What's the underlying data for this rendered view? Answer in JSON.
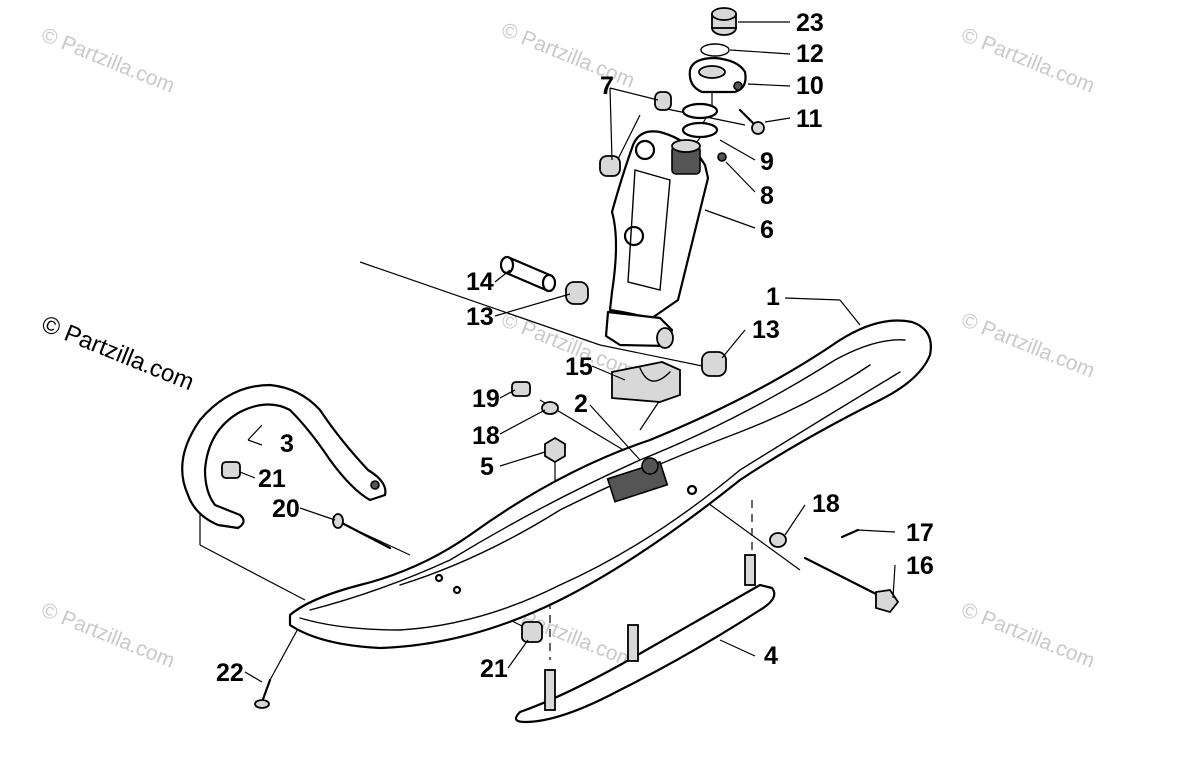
{
  "watermark": {
    "text": "© Partzilla.com",
    "main_text": "© Partzilla.com",
    "color": "#c9c9c9"
  },
  "callouts": [
    {
      "id": "p23",
      "label": "23"
    },
    {
      "id": "p12",
      "label": "12"
    },
    {
      "id": "p10",
      "label": "10"
    },
    {
      "id": "p11",
      "label": "11"
    },
    {
      "id": "p7",
      "label": "7"
    },
    {
      "id": "p9",
      "label": "9"
    },
    {
      "id": "p8",
      "label": "8"
    },
    {
      "id": "p6",
      "label": "6"
    },
    {
      "id": "p14",
      "label": "14"
    },
    {
      "id": "p13a",
      "label": "13"
    },
    {
      "id": "p1",
      "label": "1"
    },
    {
      "id": "p13b",
      "label": "13"
    },
    {
      "id": "p15",
      "label": "15"
    },
    {
      "id": "p19",
      "label": "19"
    },
    {
      "id": "p2",
      "label": "2"
    },
    {
      "id": "p18a",
      "label": "18"
    },
    {
      "id": "p3",
      "label": "3"
    },
    {
      "id": "p5",
      "label": "5"
    },
    {
      "id": "p21a",
      "label": "21"
    },
    {
      "id": "p20",
      "label": "20"
    },
    {
      "id": "p18b",
      "label": "18"
    },
    {
      "id": "p17",
      "label": "17"
    },
    {
      "id": "p16",
      "label": "16"
    },
    {
      "id": "p4",
      "label": "4"
    },
    {
      "id": "p22",
      "label": "22"
    },
    {
      "id": "p21b",
      "label": "21"
    }
  ]
}
